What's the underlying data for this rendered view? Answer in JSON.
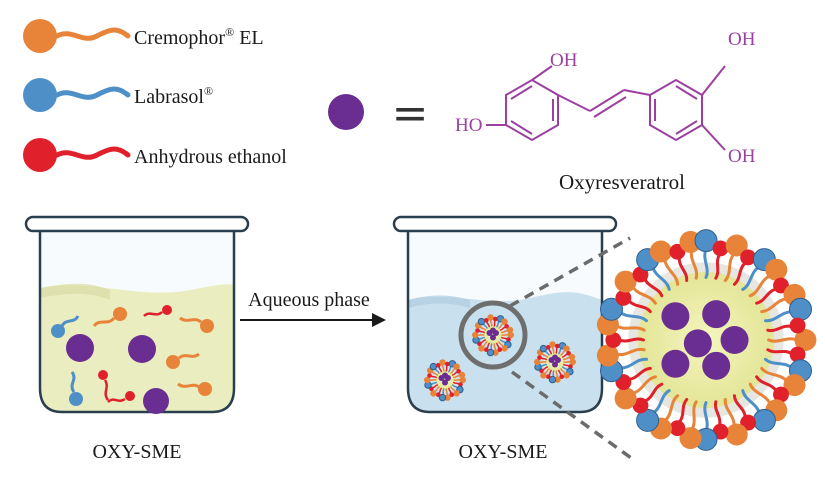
{
  "legend": {
    "items": [
      {
        "label": "Cremophor",
        "sup": "®",
        "suffix": " EL",
        "color": "#e8843a"
      },
      {
        "label": "Labrasol",
        "sup": "®",
        "suffix": "",
        "color": "#4f8fc8"
      },
      {
        "label": "Anhydrous ethanol",
        "sup": "",
        "suffix": "",
        "color": "#e0202a"
      }
    ],
    "equals": "="
  },
  "molecule": {
    "name": "Oxyresveratrol",
    "groups": {
      "oh_top_left": "OH",
      "ho_left": "HO",
      "oh_top_right": "OH",
      "oh_bottom_right": "OH"
    },
    "drug_color": "#6a2d91",
    "structure_color": "#9b3fa0"
  },
  "process": {
    "arrow_label": "Aqueous phase",
    "left_beaker_label": "OXY-SME",
    "right_beaker_label": "OXY-SME"
  },
  "colors": {
    "oil_phase": "#e9eaa2",
    "water_phase": "#b7d6ea",
    "micelle_core": "#eef0a8"
  }
}
